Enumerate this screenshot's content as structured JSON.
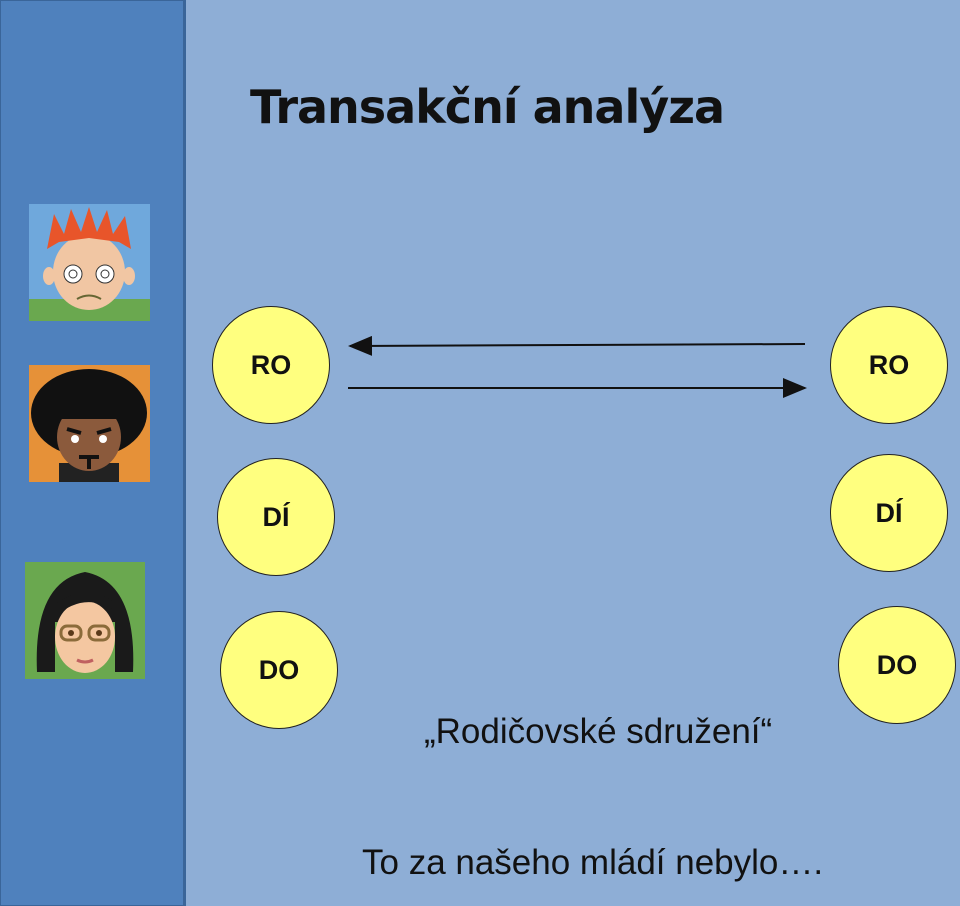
{
  "title": "Transakční analýza",
  "left_states": {
    "parent": "RO",
    "adult": "DÍ",
    "child": "DO"
  },
  "right_states": {
    "parent": "RO",
    "adult": "DÍ",
    "child": "DO"
  },
  "caption": "„Rodičovské sdružení“",
  "note": "To za našeho mládí nebylo….",
  "colors": {
    "background": "#8eaed6",
    "sidebar": "#4f81bd",
    "ego_state_fill": "#ffff7f"
  },
  "avatars": [
    "red-haired-boy-icon",
    "afro-man-icon",
    "glasses-woman-icon"
  ]
}
